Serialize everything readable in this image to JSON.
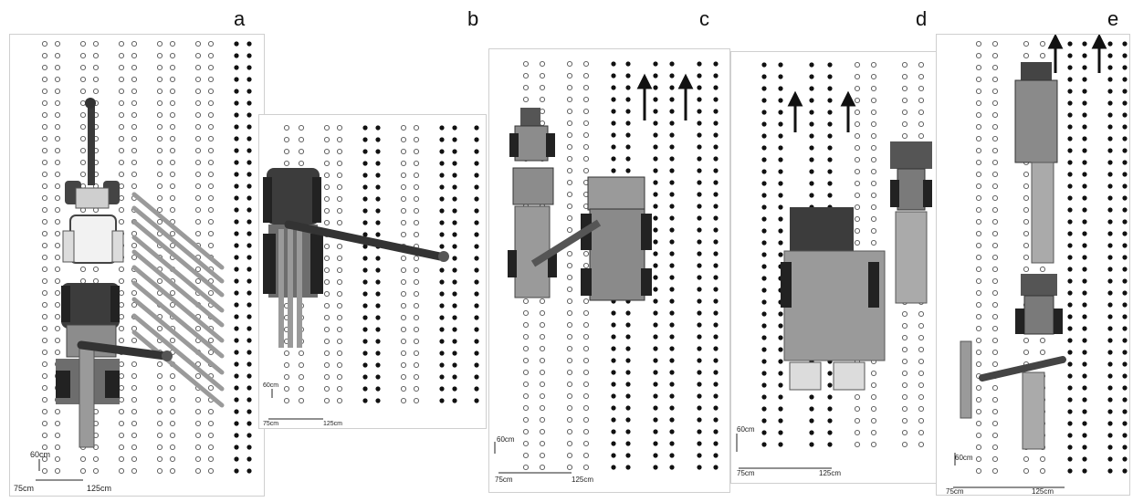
{
  "panels": [
    {
      "letter": "a"
    },
    {
      "letter": "b"
    },
    {
      "letter": "c"
    },
    {
      "letter": "d"
    },
    {
      "letter": "e"
    }
  ],
  "scale": {
    "row_spacing_label": "60cm",
    "narrow_gap_label": "75cm",
    "wide_gap_label": "125cm"
  },
  "colors": {
    "open_plant": "#ffffff",
    "filled_plant": "#111111",
    "machine_dark": "#3a3a3a",
    "machine_mid": "#8c8c8c",
    "machine_light": "#c8c8c8"
  }
}
